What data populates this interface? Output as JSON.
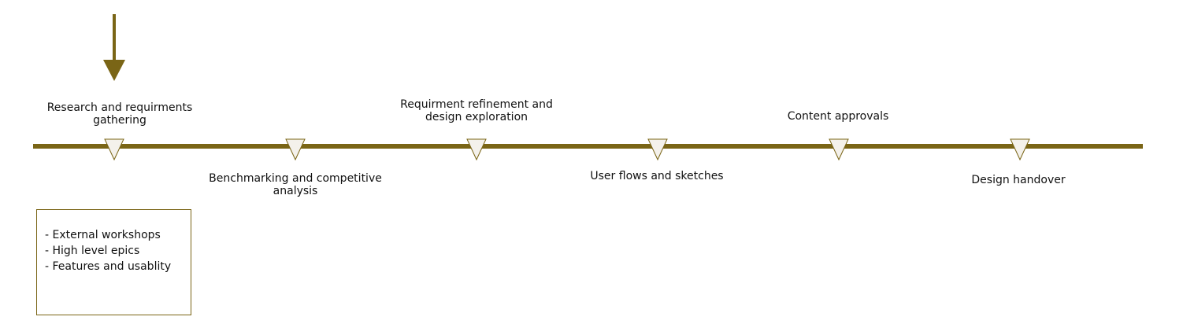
{
  "colors": {
    "timeline": "#7a6516",
    "marker_fill": "#f4f1eb",
    "marker_stroke": "#7a6516",
    "arrow": "#7a6516"
  },
  "current_stage_icon": "down-arrow-icon",
  "stages": [
    {
      "label": "Research and requirments\ngathering",
      "position": "above"
    },
    {
      "label": "Benchmarking and competitive\nanalysis",
      "position": "below"
    },
    {
      "label": "Requirment refinement and\ndesign exploration",
      "position": "above"
    },
    {
      "label": "User flows and sketches",
      "position": "below"
    },
    {
      "label": "Content approvals",
      "position": "above"
    },
    {
      "label": "Design handover",
      "position": "below"
    }
  ],
  "notes": [
    "- External workshops",
    "- High level epics",
    "- Features and usablity"
  ]
}
